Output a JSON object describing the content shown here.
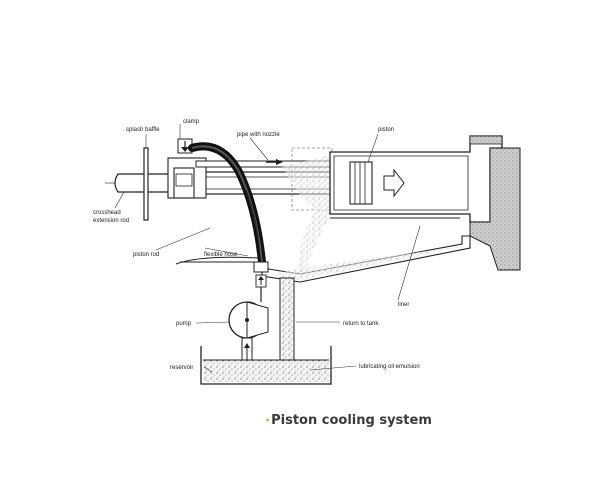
{
  "diagram": {
    "labels": {
      "splash_baffle": "splash baffle",
      "clamp": "clamp",
      "pipe_with_nozzle": "pipe with nozzle",
      "piston": "piston",
      "crosshead_extension_rod_1": "crosshead",
      "crosshead_extension_rod_2": "extension rod",
      "piston_rod": "piston rod",
      "flexible_hose": "flexible hose",
      "liner": "liner",
      "pump": "pump",
      "return_to_tank": "return to tank",
      "reservoir": "reservoir",
      "lubricating_oil_emulsion": "lubricating oil emulsion"
    }
  },
  "caption": "Piston cooling system"
}
